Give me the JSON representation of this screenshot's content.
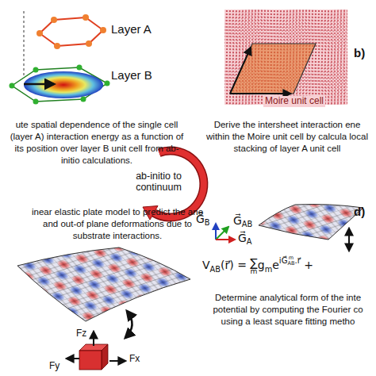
{
  "diagram": {
    "nodes": [
      {
        "text": [
          "ute spatial dependence of the single cell (layer A) interaction energy as a function of its position over layer B unit cell from ab-initio calculations."
        ]
      },
      {
        "text": [
          "Derive the intersheet interaction ene within the Moire unit cell by calcula local stacking of layer A unit cell"
        ]
      },
      {
        "text": [
          "inear elastic plate model to predict the ane and out-of plane deformations due to substrate interactions."
        ]
      },
      {
        "text": [
          "Determine analytical form of the inte potential by computing the Fourier co using a least square fitting metho"
        ]
      }
    ],
    "labels": [
      "Layer A",
      "Layer B",
      "b)",
      "Moire unit cell",
      "ab-initio to continuum",
      "Fz",
      "Fy",
      "Fx",
      "d)",
      "G⃗",
      "B",
      "G⃗",
      "AB",
      "G⃗",
      "A",
      "V",
      "AB",
      "(r⃗) = ",
      "∑",
      "m",
      "g",
      "m",
      "e",
      "iG⃗",
      "m",
      "AB",
      ".r⃗",
      " +"
    ]
  }
}
